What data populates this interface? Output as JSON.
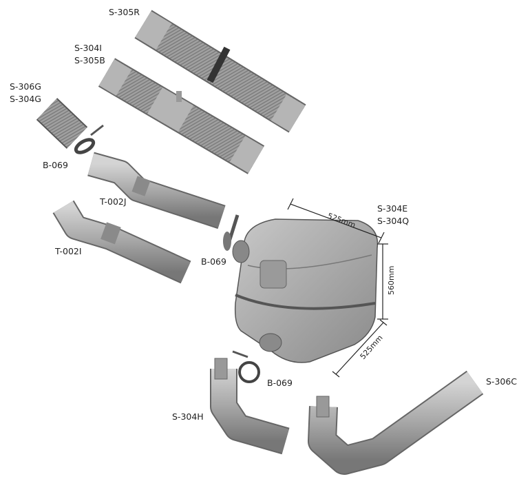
{
  "parts": {
    "s305r": "S-305R",
    "s304i": "S-304I",
    "s305b": "S-305B",
    "s306g": "S-306G",
    "s304g": "S-304G",
    "b069_top": "B-069",
    "t002j": "T-002J",
    "t002i": "T-002I",
    "b069_mid": "B-069",
    "s304e": "S-304E",
    "s304q": "S-304Q",
    "b069_bottom": "B-069",
    "s304h": "S-304H",
    "s306c": "S-306C"
  },
  "dimensions": {
    "width": "525mm",
    "height": "560mm",
    "depth": "525mm"
  },
  "colors": {
    "part": "#a9a9a9",
    "part_dark": "#6e6e6e",
    "line": "#222222"
  }
}
